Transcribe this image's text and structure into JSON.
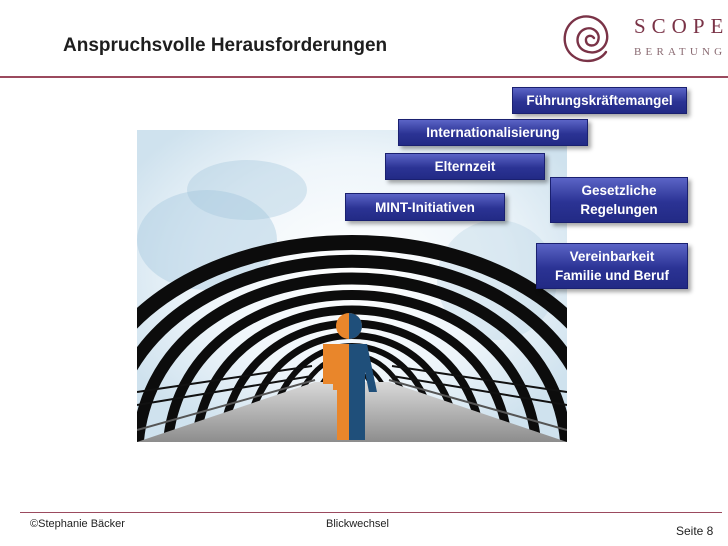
{
  "slide": {
    "title": "Anspruchsvolle Herausforderungen"
  },
  "logo": {
    "word": "SCOPE",
    "subword": "BERATUNG"
  },
  "boxes": {
    "fuehrung": "Führungskräftemangel",
    "international": "Internationalisierung",
    "elternzeit": "Elternzeit",
    "gesetz_line1": "Gesetzliche",
    "gesetz_line2": "Regelungen",
    "mint": "MINT-Initiativen",
    "vereinbar_line1": "Vereinbarkeit",
    "vereinbar_line2": "Familie und Beruf"
  },
  "footer": {
    "author": "©Stephanie Bäcker",
    "center": "Blickwechsel",
    "page": "Seite 8"
  },
  "colors": {
    "accent": "#9b4a5e",
    "box_blue": "#2b3394",
    "figure_orange": "#e9862b",
    "figure_blue": "#1f4f7a"
  }
}
